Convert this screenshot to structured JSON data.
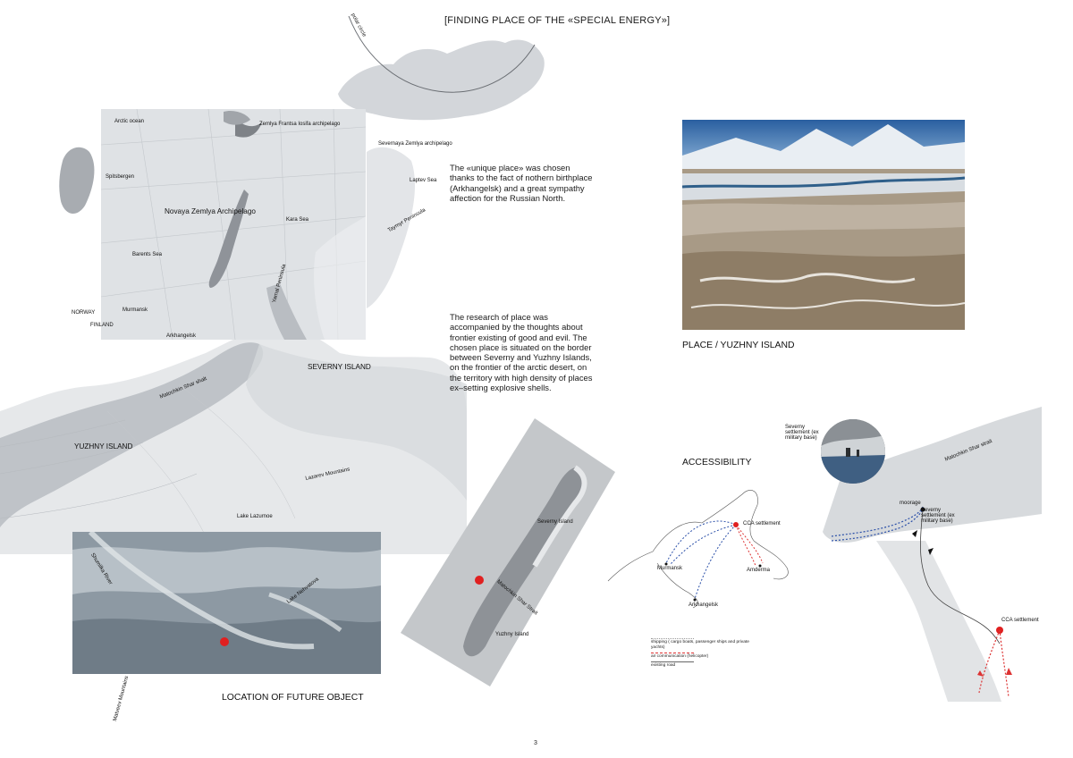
{
  "title": "[FINDING PLACE OF THE «SPECIAL ENERGY»]",
  "texts": {
    "intro": "The «unique place» was chosen thanks to the fact of nothern birthplace (Arkhangelsk) and a great sympathy affection for the Russian North.",
    "research": "The research of place was accompanied by the thoughts about  frontier existing of good and evil. The chosen place is situated on the border between Severny and Yuzhny Islands, on the frontier of the arctic desert, on the territory with high density of places ex–setting explosive shells."
  },
  "overview_map": {
    "polar_circle_label": "polar circle",
    "labels": {
      "arctic_ocean": "Arctic ocean",
      "zemlya_frantsa": "Zemlya Frantsa Iosifa archipelago",
      "severnaya_zemlya": "Severnaya Zemlya archipelago",
      "spitsbergen": "Spitsbergen",
      "laptev_sea": "Laptev Sea",
      "novaya_zemlya": "Novaya Zemlya Archipelago",
      "kara_sea": "Kara Sea",
      "taymyr": "Taymyr Peninsula",
      "barents_sea": "Barents Sea",
      "yamal": "Yamal Peninsula",
      "norway": "NORWAY",
      "finland": "FINLAND",
      "murmansk": "Murmansk",
      "arkhangelsk": "Arkhangelsk"
    }
  },
  "island_map": {
    "severny_island": "SEVERNY ISLAND",
    "yuzhny_island": "YUZHNY ISLAND",
    "strait": "Matochkin Shar shalt",
    "mountains": "Lazarev Mountains",
    "lake": "Lake Lazurnoe",
    "mountains2": "Matveev Mountains"
  },
  "location_photo": {
    "caption": "LOCATION OF FUTURE OBJECT",
    "river": "Shumilka River",
    "lake": "Lake Nehvatova"
  },
  "satellite_island": {
    "severny": "Severny Island",
    "strait": "Matochkin Shar Strait",
    "yuzhny": "Yuzhny Island"
  },
  "place_photo": {
    "caption": "PLACE / YUZHNY ISLAND"
  },
  "accessibility": {
    "title": "ACCESSIBILITY",
    "labels": {
      "cca": "CCA settlement",
      "murmansk": "Murmansk",
      "amderma": "Amderma",
      "arkhangelsk": "Arkhangelsk"
    },
    "legend": {
      "shipping": "shipping ( cargo boats, passenger ships and private yachts)",
      "air": "air communication (helicopter)",
      "road": "existing road"
    }
  },
  "detail_map": {
    "severny_settlement_circle": "Severny settlement (ex military base)",
    "strait": "Matochkin Shar strait",
    "mooring": "moorage",
    "severny_settlement": "Severny settlement (ex military base)",
    "cca_settlement": "CCA settlement"
  },
  "page_number": "3",
  "colors": {
    "marker_red": "#e02020",
    "map_gray": "#c9ccd0",
    "route_blue": "#2a4fa8"
  }
}
